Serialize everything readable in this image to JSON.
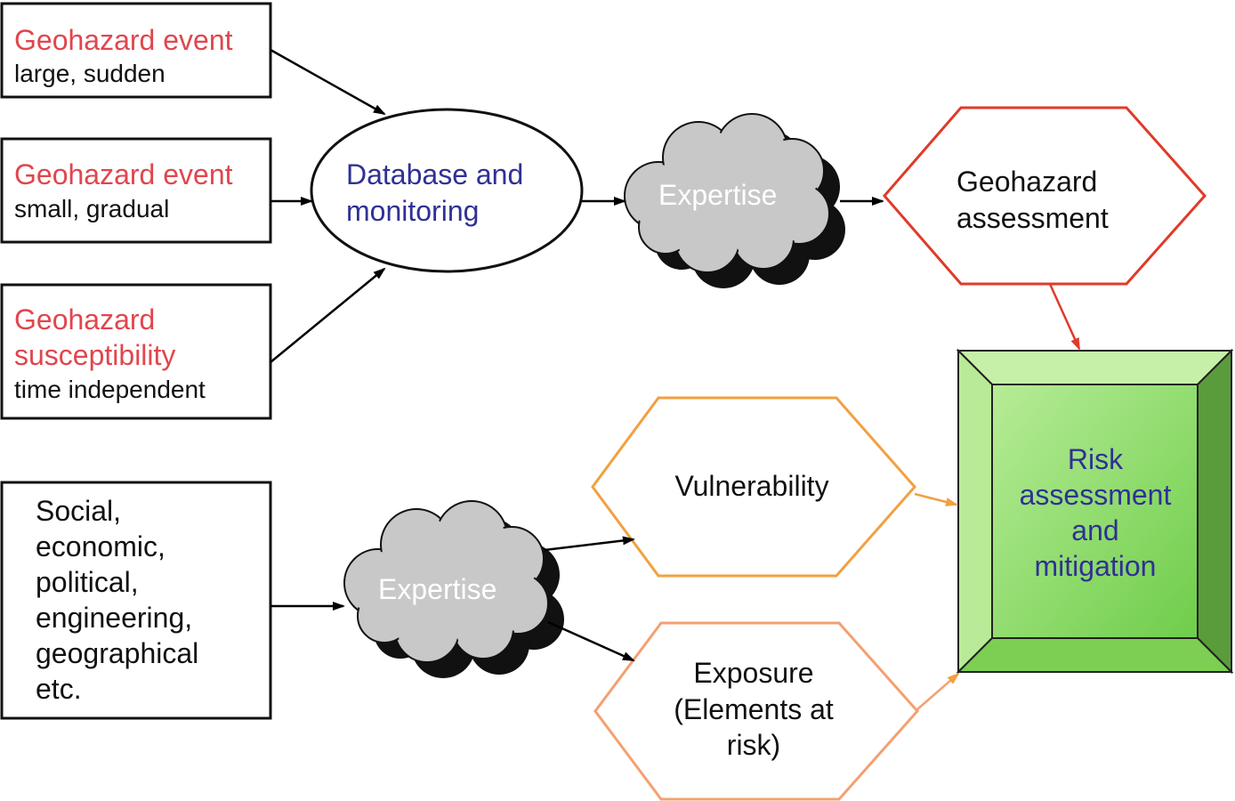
{
  "inputs": {
    "event_large": {
      "title": "Geohazard event",
      "subtitle": "large, sudden"
    },
    "event_small": {
      "title": "Geohazard event",
      "subtitle": "small, gradual"
    },
    "susceptibility": {
      "title_line1": "Geohazard",
      "title_line2": "susceptibility",
      "subtitle": "time independent"
    },
    "factors": {
      "lines": [
        "Social,",
        "economic,",
        "political,",
        "engineering,",
        "geographical",
        "etc."
      ]
    }
  },
  "database": {
    "line1": "Database and",
    "line2": "monitoring"
  },
  "expertise_top": {
    "label": "Expertise"
  },
  "expertise_bottom": {
    "label": "Expertise"
  },
  "geohazard_assessment": {
    "line1": "Geohazard",
    "line2": "assessment"
  },
  "vulnerability": {
    "label": "Vulnerability"
  },
  "exposure": {
    "line1": "Exposure",
    "line2": "(Elements at",
    "line3": "risk)"
  },
  "risk": {
    "line1": "Risk",
    "line2": "assessment",
    "line3": "and",
    "line4": "mitigation"
  },
  "colors": {
    "input_title": "#e0464e",
    "blue_text": "#2f3194",
    "geohazard_border": "#e03a2a",
    "vulnerability_border": "#f2a040",
    "exposure_border": "#f4a070",
    "risk_fill": "#8ed86e",
    "cloud_fill": "#c8c8c8",
    "cloud_shadow": "#111111"
  }
}
